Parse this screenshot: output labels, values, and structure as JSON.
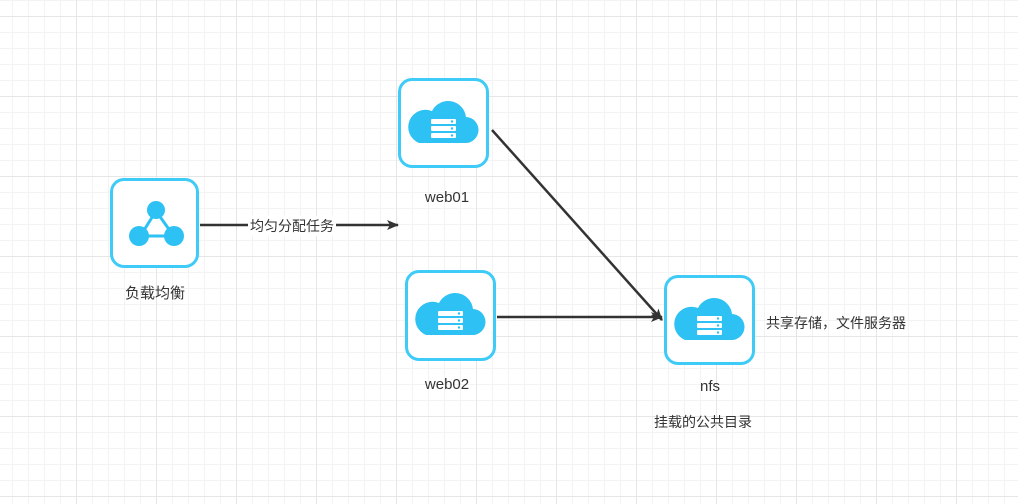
{
  "colors": {
    "node_border": "#3fcbf7",
    "node_icon": "#2ec1f3",
    "edge": "#333333"
  },
  "nodes": {
    "lb": {
      "label": "负载均衡",
      "icon": "share-network-icon"
    },
    "web01": {
      "label": "web01",
      "icon": "cloud-server-icon"
    },
    "web02": {
      "label": "web02",
      "icon": "cloud-server-icon"
    },
    "nfs": {
      "label": "nfs",
      "icon": "cloud-server-icon"
    }
  },
  "edges": {
    "lb_to_web": {
      "label": "均匀分配任务"
    }
  },
  "annotations": {
    "shared_storage": "共享存储，文件服务器",
    "mount_dir": "挂载的公共目录"
  }
}
